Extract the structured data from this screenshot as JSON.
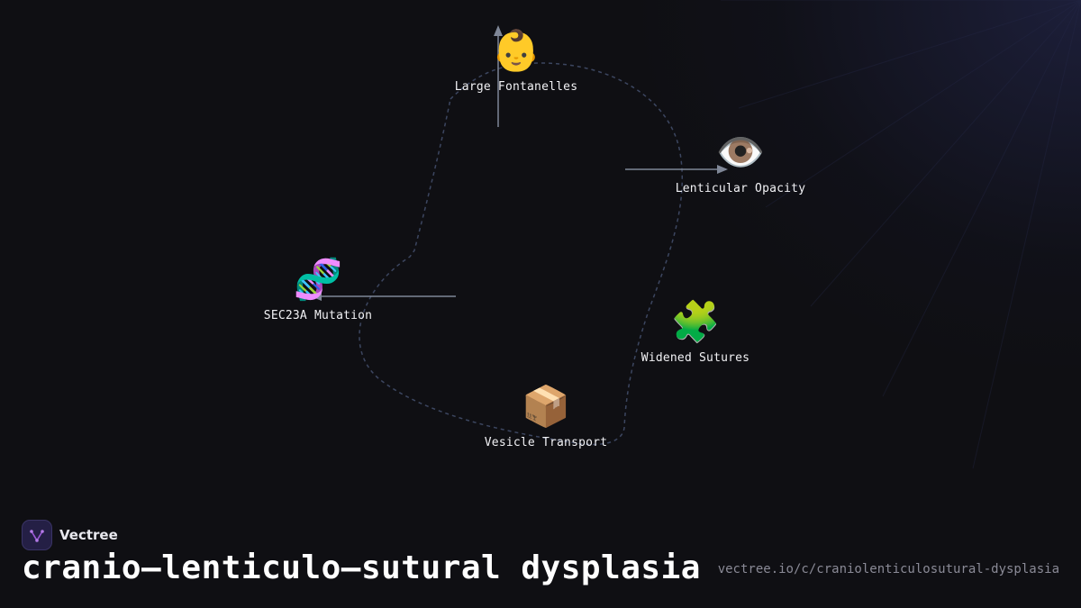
{
  "diagram": {
    "nodes": [
      {
        "id": "large-fontanelles",
        "icon": "baby-icon",
        "glyph": "👶",
        "label": "Large Fontanelles"
      },
      {
        "id": "lenticular-opacity",
        "icon": "eye-icon",
        "glyph": "👁️",
        "label": "Lenticular Opacity"
      },
      {
        "id": "sec23a-mutation",
        "icon": "dna-icon",
        "glyph": "🧬",
        "label": "SEC23A Mutation"
      },
      {
        "id": "widened-sutures",
        "icon": "puzzle-piece-icon",
        "glyph": "🧩",
        "label": "Widened Sutures"
      },
      {
        "id": "vesicle-transport",
        "icon": "package-icon",
        "glyph": "📦",
        "label": "Vesicle Transport"
      }
    ],
    "colors": {
      "arrow": "#7f8797",
      "outline": "#3c4660",
      "background": "#0f0f13"
    }
  },
  "brand": {
    "name": "Vectree",
    "logo_icon": "vectree-logo-icon",
    "logo_color": "#9b59d6"
  },
  "title": "cranio–lenticulo–sutural dysplasia",
  "url": "vectree.io/c/craniolenticulosutural-dysplasia"
}
